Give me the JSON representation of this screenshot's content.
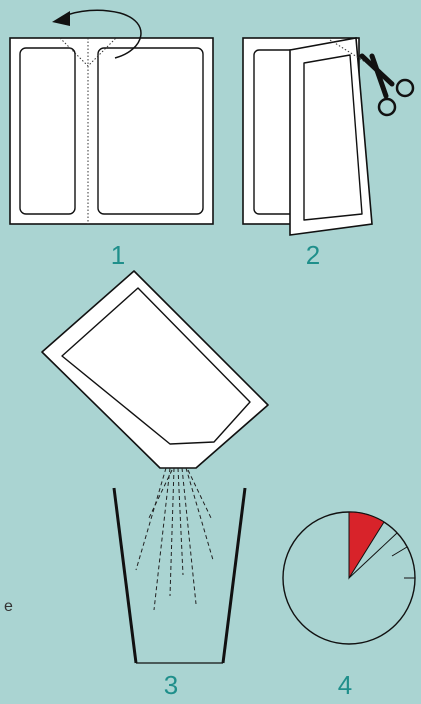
{
  "steps": [
    {
      "label": "1",
      "description_icon": "fold-packet-icon"
    },
    {
      "label": "2",
      "description_icon": "cut-packet-icon"
    },
    {
      "label": "3",
      "description_icon": "pour-into-glass-icon"
    },
    {
      "label": "4",
      "description_icon": "timer-clock-icon"
    }
  ],
  "colors": {
    "background": "#aad4d2",
    "step_number": "#1f8f8b",
    "timer_fill": "#d8232a",
    "outline": "#111111"
  },
  "side_mark": "e"
}
